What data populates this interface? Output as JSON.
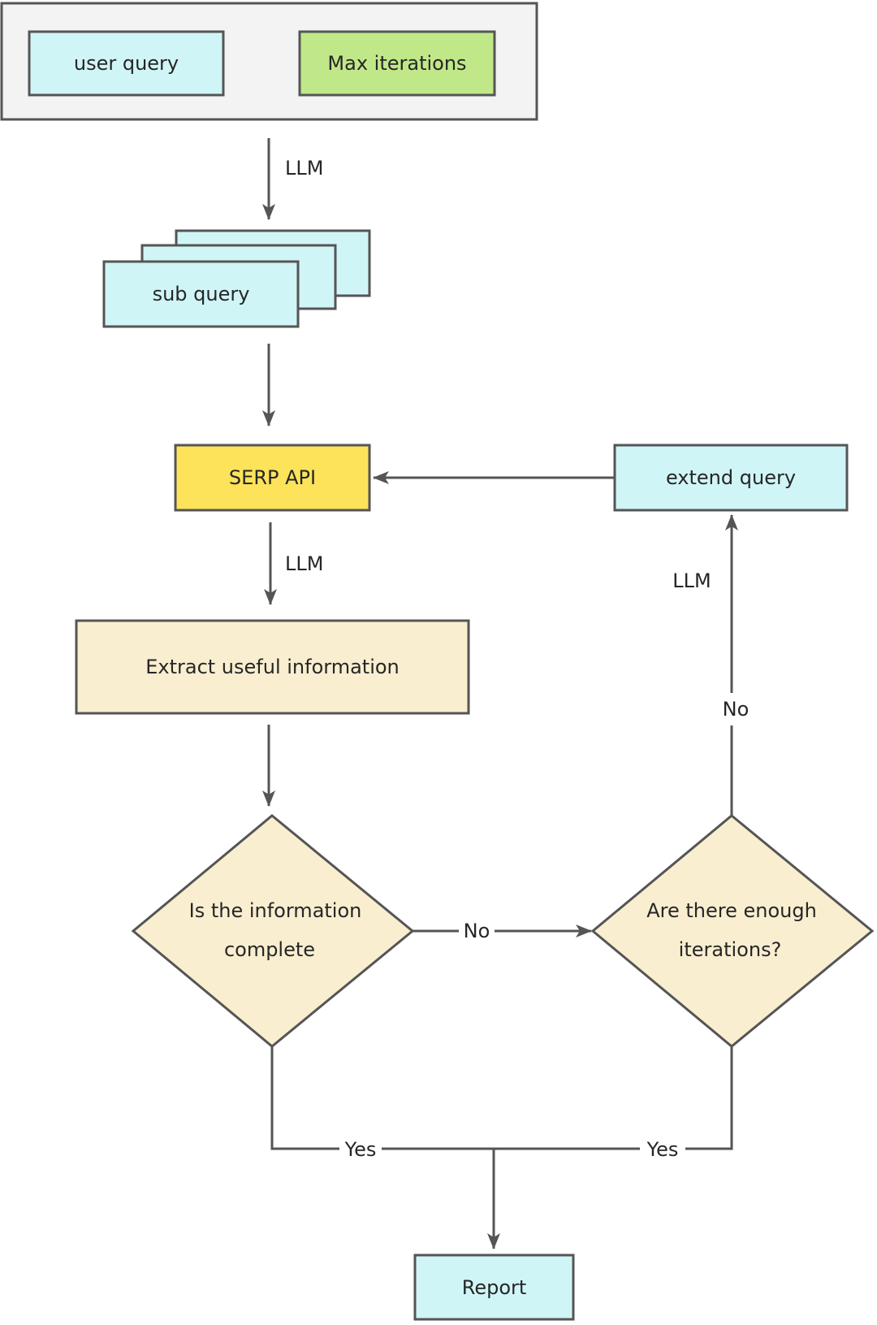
{
  "nodes": {
    "user_query": "user query",
    "max_iterations": "Max iterations",
    "sub_query": "sub query",
    "serp_api": "SERP API",
    "extend_query": "extend query",
    "extract": "Extract useful information",
    "complete_q": {
      "line1": "Is the information",
      "line2": "complete"
    },
    "enough_q": {
      "line1": "Are there enough",
      "line2": "iterations?"
    },
    "report": "Report"
  },
  "edges": {
    "llm_to_subquery": "LLM",
    "llm_to_extract": "LLM",
    "llm_to_extend": "LLM",
    "complete_no": "No",
    "enough_no": "No",
    "complete_yes": "Yes",
    "enough_yes": "Yes"
  },
  "colors": {
    "cyan_fill": "#d0f5f7",
    "green_fill": "#c0e888",
    "yellow_fill": "#fde35a",
    "beige_fill": "#f9eed0",
    "group_fill": "#f3f3f3",
    "stroke": "#555555"
  }
}
